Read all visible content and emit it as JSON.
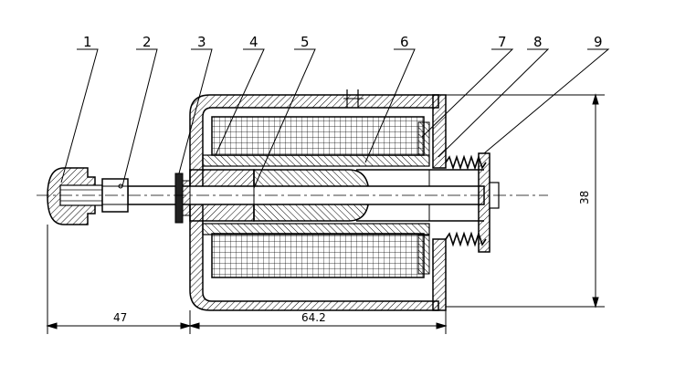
{
  "labels": [
    "1",
    "2",
    "3",
    "4",
    "5",
    "6",
    "7",
    "8",
    "9"
  ],
  "dimensions": {
    "left_length": "47",
    "body_length": "64.2",
    "diameter": "38"
  }
}
